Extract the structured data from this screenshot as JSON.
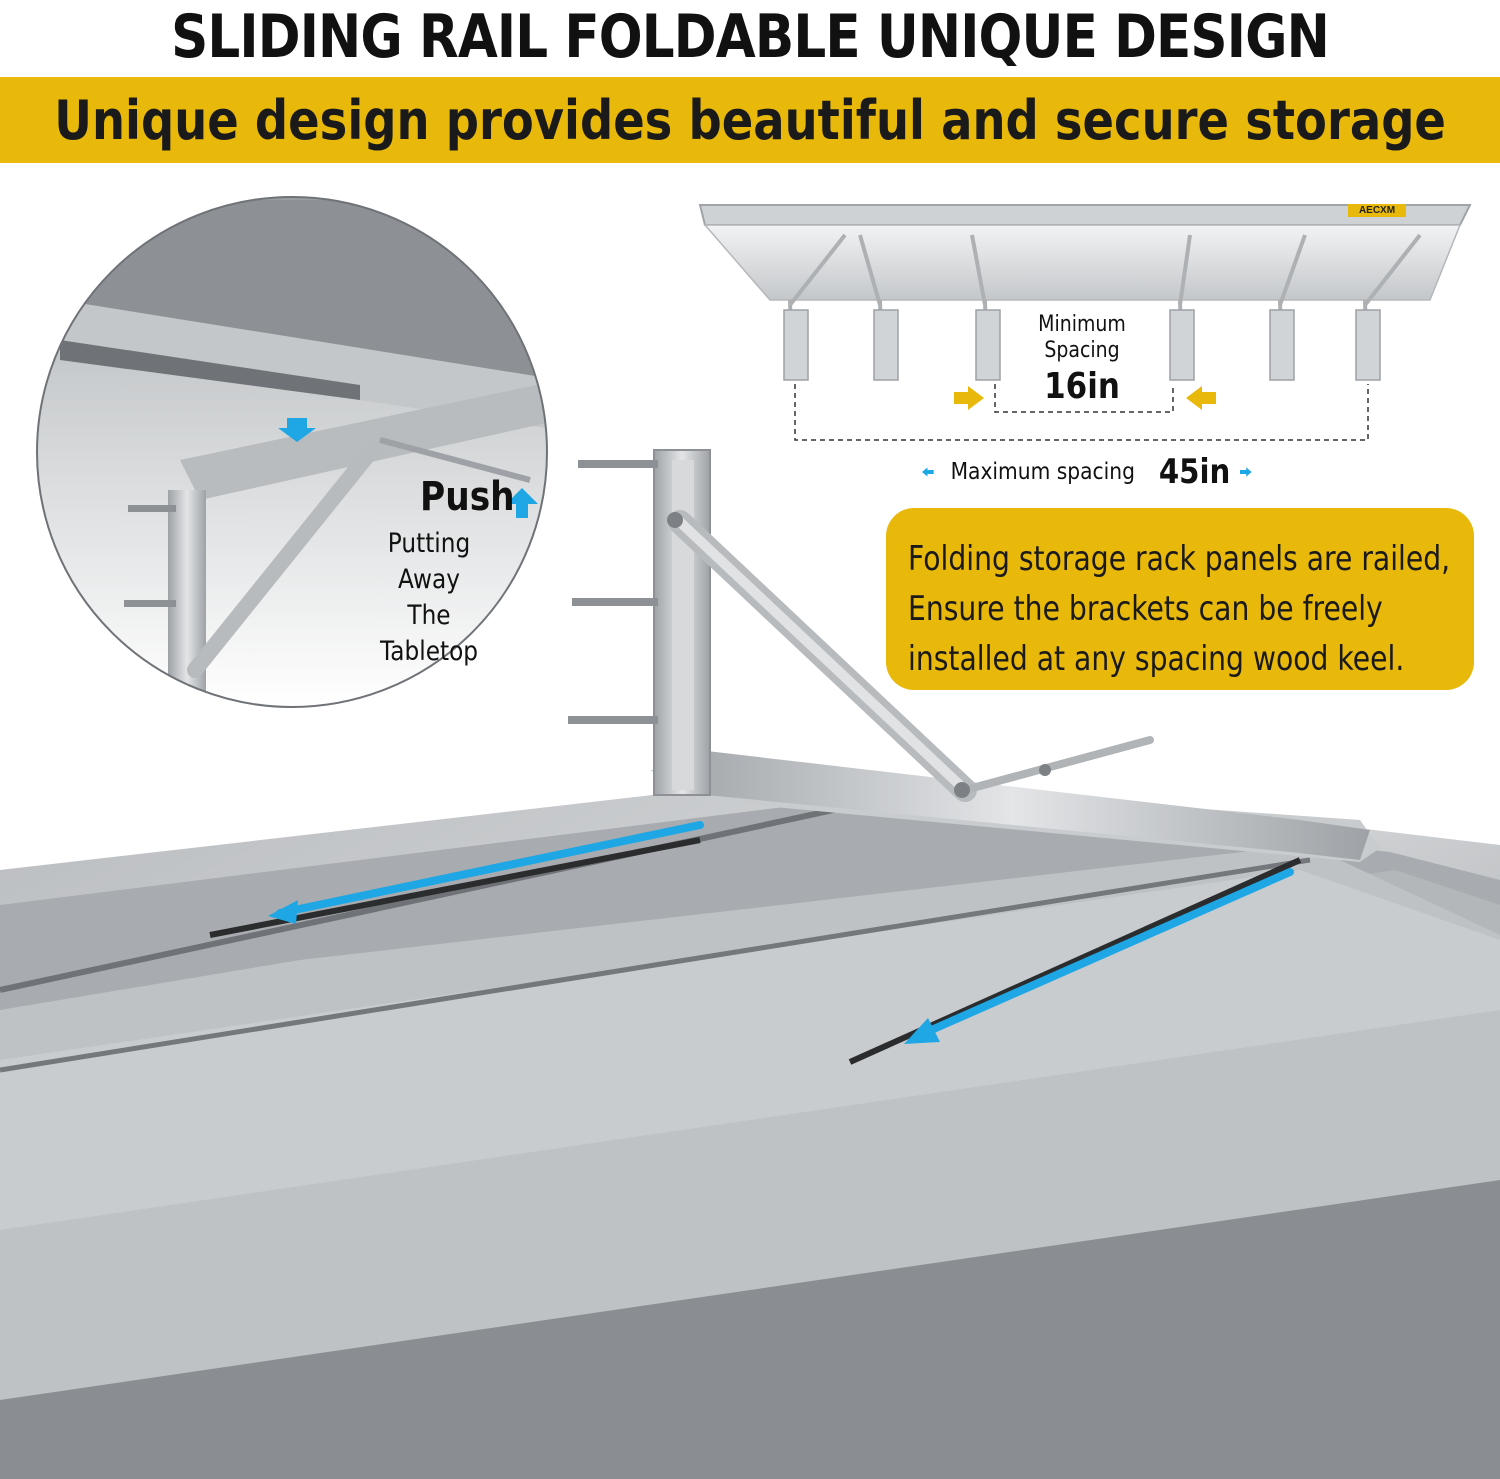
{
  "header": {
    "title": "SLIDING RAIL FOLDABLE UNIQUE DESIGN",
    "subtitle": "Unique design provides beautiful and secure storage"
  },
  "detail_circle": {
    "push_label": "Push",
    "caption_line1": "Putting Away",
    "caption_line2": "The Tabletop"
  },
  "spacing_diagram": {
    "brand_label": "AECXM",
    "minimum_label_line1": "Minimum",
    "minimum_label_line2": "Spacing",
    "minimum_value": "16in",
    "maximum_label": "Maximum spacing",
    "maximum_value": "45in"
  },
  "callout": {
    "line1": "Folding storage rack panels are railed,",
    "line2": "Ensure the brackets can be freely",
    "line3": "installed at any spacing wood keel."
  },
  "colors": {
    "accent_yellow": "#e8b80a",
    "arrow_blue": "#1ea7e4",
    "steel_gray": "#a9adb1"
  }
}
